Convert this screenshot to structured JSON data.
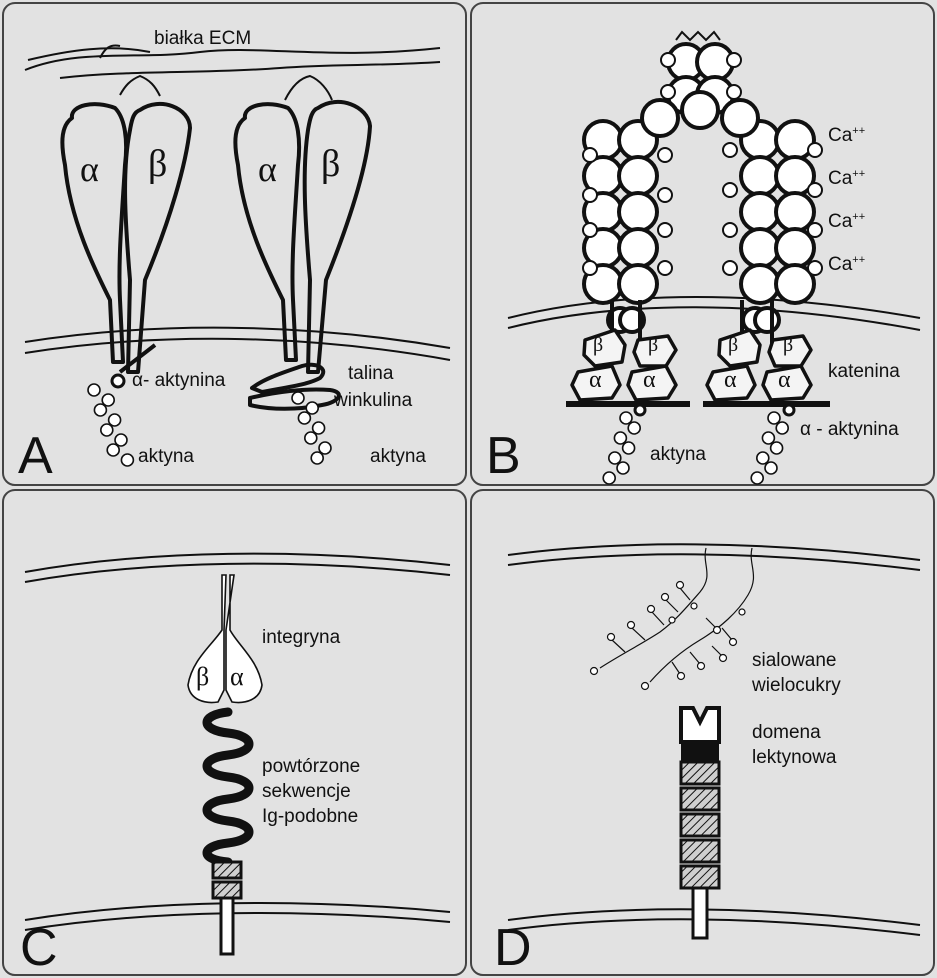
{
  "panels": {
    "A": {
      "letter": "A",
      "ecm_label": "białka ECM",
      "actinin_label": "α- aktynina",
      "talin_label": "talina",
      "vinculin_label": "winkulina",
      "actin_label_left": "aktyna",
      "actin_label_right": "aktyna",
      "alpha": "α",
      "beta": "β"
    },
    "B": {
      "letter": "B",
      "ca_labels": [
        "Ca++",
        "Ca++",
        "Ca++",
        "Ca++"
      ],
      "catenin_label": "katenina",
      "actinin_label": "α - aktynina",
      "actin_label": "aktyna",
      "alpha": "α",
      "beta": "β"
    },
    "C": {
      "letter": "C",
      "integrin_label": "integryna",
      "repeats_label": "powtórzone\nsekwencje\nIg-podobne",
      "alpha": "α",
      "beta": "β"
    },
    "D": {
      "letter": "D",
      "sialylated_label": "sialowane\nwielocukry",
      "lectin_label": "domena\nlektynowa"
    }
  },
  "colors": {
    "background": "#e2e2e2",
    "ink": "#111111",
    "fill_light": "#f4f4f4"
  }
}
